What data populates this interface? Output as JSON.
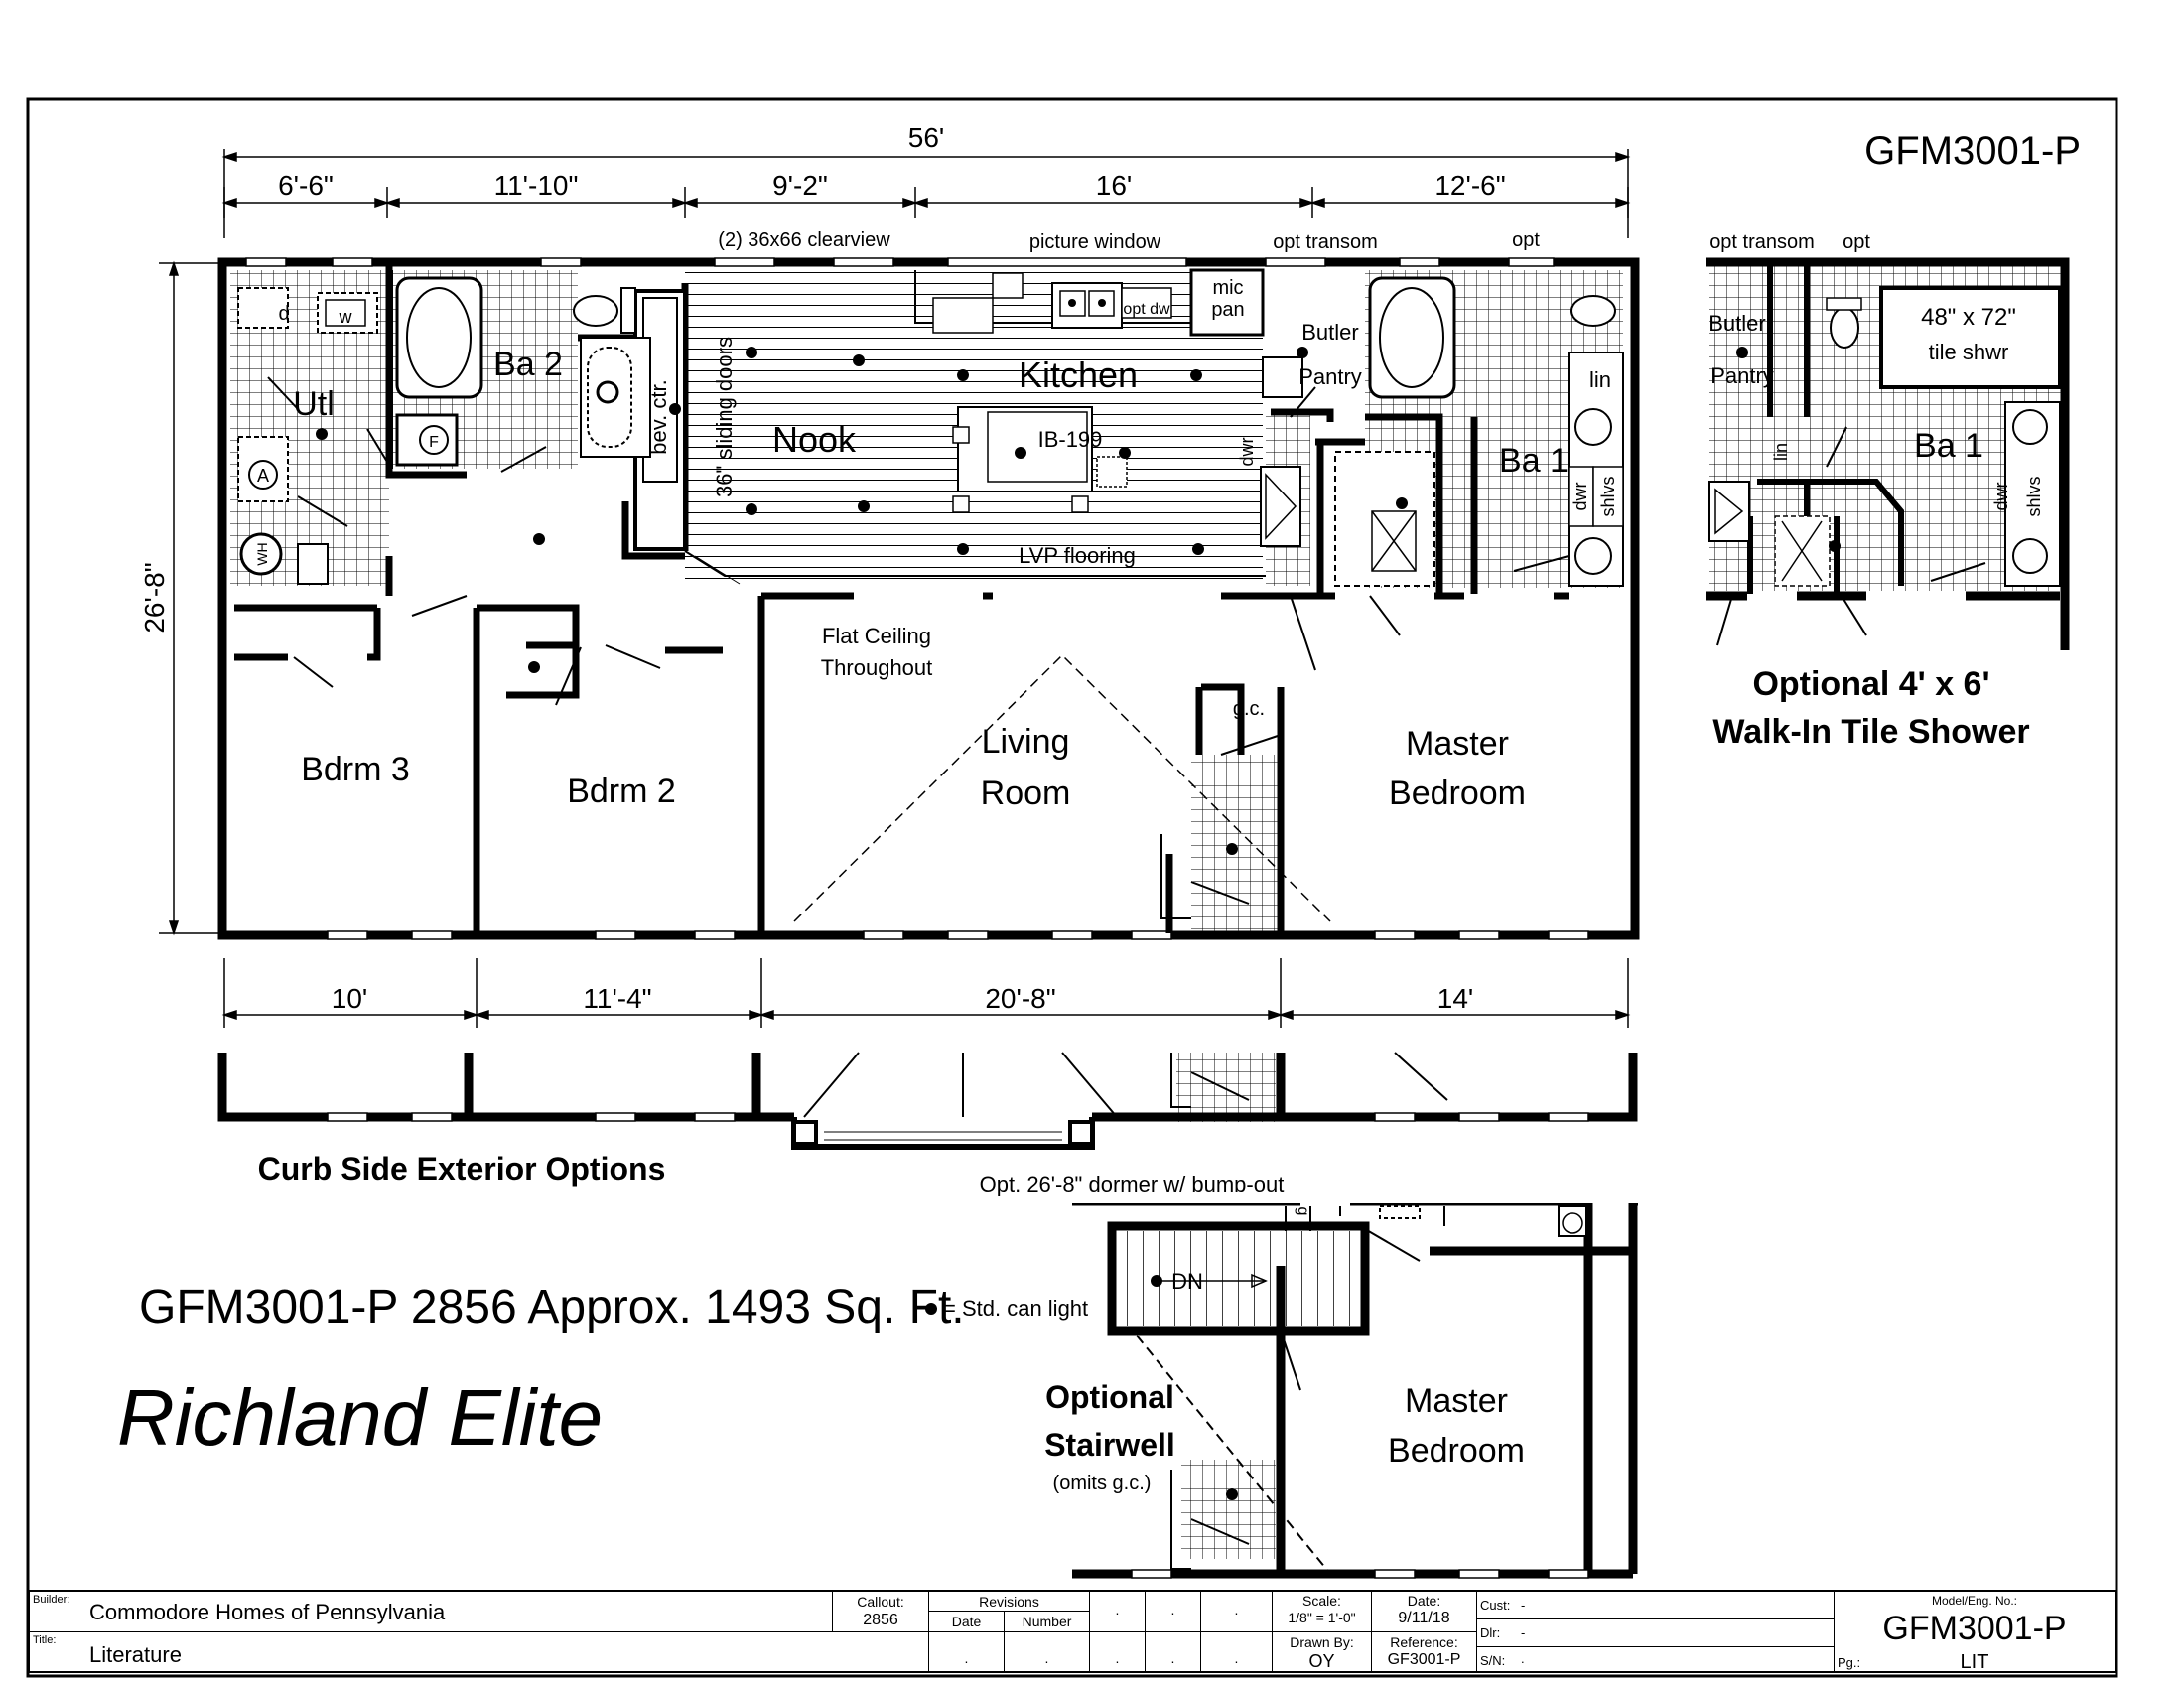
{
  "model_code": "GFM3001-P",
  "overall_width": "56'",
  "overall_depth": "26'-8\"",
  "top_dimensions": [
    "6'-6\"",
    "11'-10\"",
    "9'-2\"",
    "16'",
    "12'-6\""
  ],
  "bottom_dimensions": [
    "10'",
    "11'-4\"",
    "20'-8\"",
    "14'"
  ],
  "window_labels": {
    "clearview": "(2) 36x66 clearview",
    "picture_window": "picture window",
    "opt_transom": "opt transom",
    "opt": "opt",
    "inset_opt_transom": "opt transom",
    "inset_opt": "opt"
  },
  "rooms": {
    "utility": "Utl",
    "bath2": "Ba 2",
    "kitchen": "Kitchen",
    "nook": "Nook",
    "butler_pantry_1": "Butler",
    "butler_pantry_2": "Pantry",
    "bath1": "Ba 1",
    "bedroom3": "Bdrm 3",
    "bedroom2": "Bdrm 2",
    "living_1": "Living",
    "living_2": "Room",
    "master_1": "Master",
    "master_2": "Bedroom",
    "gc": "g.c."
  },
  "fixtures": {
    "dryer": "d",
    "washer": "w",
    "air_handler": "A",
    "water_heater": "WH",
    "furnace": "F",
    "bev_ctr": "bev. ctr.",
    "sliding_doors": "36\" sliding doors",
    "island": "IB-199",
    "opt_dw": "opt dw",
    "mic": "mic",
    "pan": "pan",
    "dwr": "dwr",
    "lin": "lin",
    "shlvs": "shlvs",
    "lvp_flooring": "LVP flooring",
    "flat_ceiling_1": "Flat Ceiling",
    "flat_ceiling_2": "Throughout"
  },
  "inset_shower": {
    "butler": "Butler",
    "pantry": "Pantry",
    "shower_1": "48\" x 72\"",
    "shower_2": "tile shwr",
    "bath": "Ba 1",
    "lin": "lin",
    "dwr": "dwr",
    "shlvs": "shlvs",
    "title_1": "Optional 4' x 6'",
    "title_2": "Walk-In Tile Shower"
  },
  "curb_side_title": "Curb Side Exterior Options",
  "dormer_label": "Opt. 26'-8\" dormer w/ bump-out",
  "summary": "GFM3001-P 2856  Approx. 1493 Sq. Ft.",
  "can_light_legend": "= Std. can light",
  "brand_name": "Richland Elite",
  "stair_option": {
    "title_1": "Optional",
    "title_2": "Stairwell",
    "note": "(omits g.c.)",
    "dn": "DN",
    "master_1": "Master",
    "master_2": "Bedroom",
    "gc": "g"
  },
  "title_block": {
    "builder_label": "Builder:",
    "builder": "Commodore Homes of Pennsylvania",
    "title_label": "Title:",
    "title": "Literature",
    "callout_label": "Callout:",
    "callout": "2856",
    "revisions_label": "Revisions",
    "date_col": "Date",
    "number_col": "Number",
    "dot": ".",
    "scale_label": "Scale:",
    "scale": "1/8\" = 1'-0\"",
    "date_label": "Date:",
    "date": "9/11/18",
    "drawn_by_label": "Drawn By:",
    "drawn_by": "OY",
    "reference_label": "Reference:",
    "reference": "GF3001-P",
    "cust_label": "Cust:",
    "cust": "-",
    "dlr_label": "Dlr:",
    "dlr": "-",
    "sn_label": "S/N:",
    "sn": ".",
    "model_label": "Model/Eng. No.:",
    "model": "GFM3001-P",
    "pg_label": "Pg.:",
    "pg": "LIT"
  }
}
